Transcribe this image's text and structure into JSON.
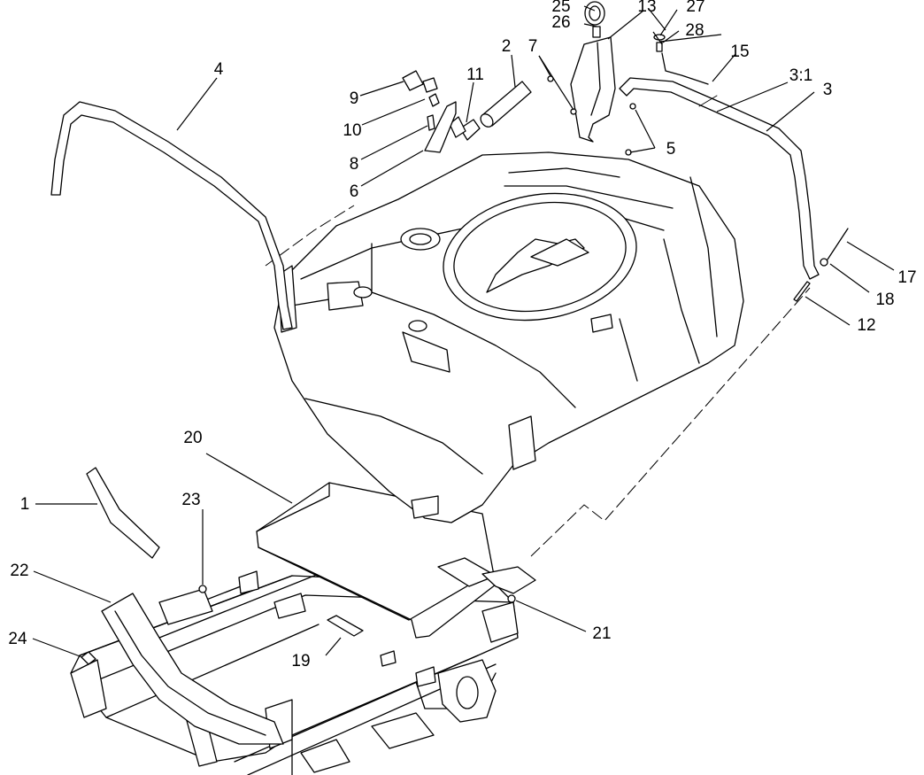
{
  "diagram": {
    "callouts": [
      {
        "id": "c1",
        "text": "1"
      },
      {
        "id": "c2",
        "text": "2"
      },
      {
        "id": "c3",
        "text": "3"
      },
      {
        "id": "c3-1",
        "text": "3:1"
      },
      {
        "id": "c4",
        "text": "4"
      },
      {
        "id": "c5",
        "text": "5"
      },
      {
        "id": "c6",
        "text": "6"
      },
      {
        "id": "c7",
        "text": "7"
      },
      {
        "id": "c8",
        "text": "8"
      },
      {
        "id": "c9",
        "text": "9"
      },
      {
        "id": "c10",
        "text": "10"
      },
      {
        "id": "c11",
        "text": "11"
      },
      {
        "id": "c12",
        "text": "12"
      },
      {
        "id": "c13",
        "text": "13"
      },
      {
        "id": "c15",
        "text": "15"
      },
      {
        "id": "c17",
        "text": "17"
      },
      {
        "id": "c18",
        "text": "18"
      },
      {
        "id": "c19",
        "text": "19"
      },
      {
        "id": "c20",
        "text": "20"
      },
      {
        "id": "c21",
        "text": "21"
      },
      {
        "id": "c22",
        "text": "22"
      },
      {
        "id": "c23",
        "text": "23"
      },
      {
        "id": "c24",
        "text": "24"
      },
      {
        "id": "c25",
        "text": "25"
      },
      {
        "id": "c26",
        "text": "26"
      },
      {
        "id": "c27",
        "text": "27"
      },
      {
        "id": "c28",
        "text": "28"
      }
    ]
  }
}
